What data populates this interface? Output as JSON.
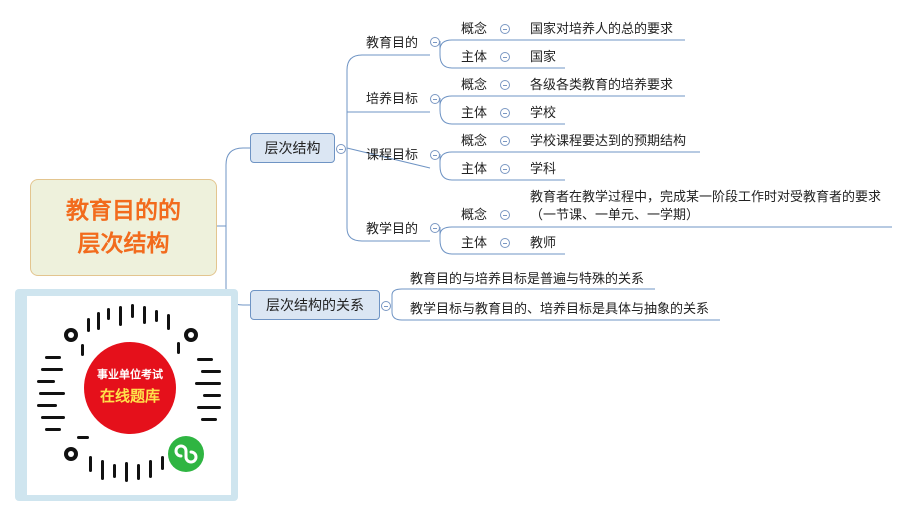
{
  "root": {
    "line1": "教育目的的",
    "line2": "层次结构"
  },
  "branches": {
    "hierarchy": {
      "label": "层次结构",
      "goals": [
        {
          "name": "教育目的",
          "concept_key": "概念",
          "concept_value": "国家对培养人的总的要求",
          "subject_key": "主体",
          "subject_value": "国家"
        },
        {
          "name": "培养目标",
          "concept_key": "概念",
          "concept_value": "各级各类教育的培养要求",
          "subject_key": "主体",
          "subject_value": "学校"
        },
        {
          "name": "课程目标",
          "concept_key": "概念",
          "concept_value": "学校课程要达到的预期结构",
          "subject_key": "主体",
          "subject_value": "学科"
        },
        {
          "name": "教学目的",
          "concept_key": "概念",
          "concept_value": "教育者在教学过程中，完成某一阶段工作时对受教育者的要求（一节课、一单元、一学期）",
          "subject_key": "主体",
          "subject_value": "教师"
        }
      ]
    },
    "relation": {
      "label": "层次结构的关系",
      "items": [
        "教育目的与培养目标是普遍与特殊的关系",
        "教学目标与教育目的、培养目标是具体与抽象的关系"
      ]
    }
  },
  "qr": {
    "line1": "事业单位考试",
    "line2": "在线题库"
  },
  "colors": {
    "accent": "#f26b1d",
    "line": "#6f94c4",
    "node_fill": "#dbe6f3",
    "root_fill": "#eef1dc",
    "badge": "#e5101b"
  }
}
